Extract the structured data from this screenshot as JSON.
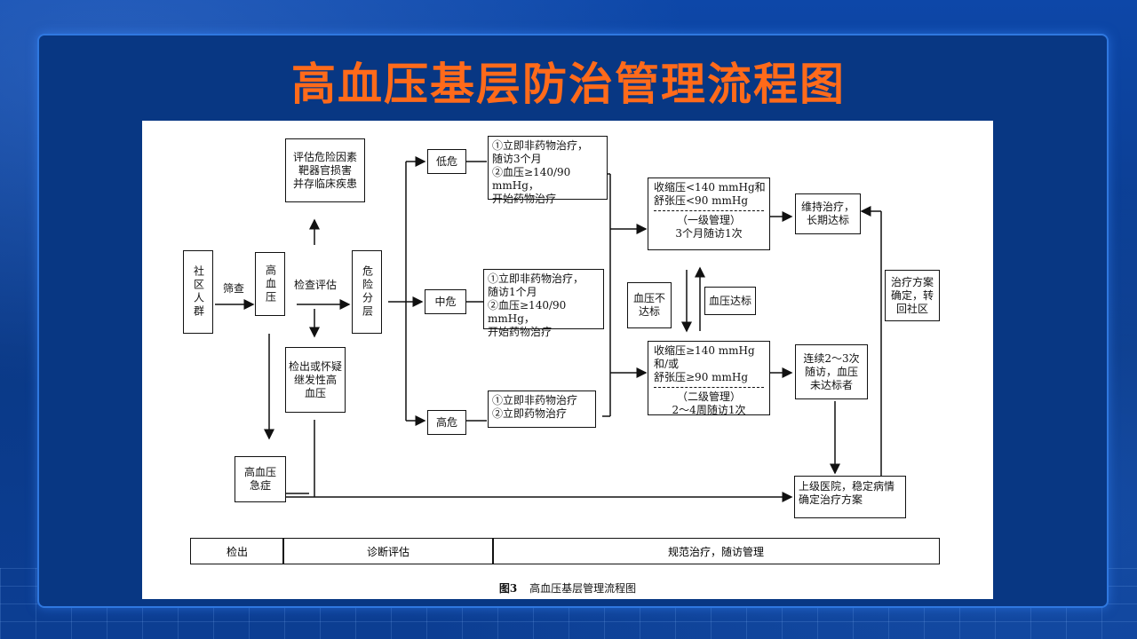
{
  "slide": {
    "title": "高血压基层防治管理流程图"
  },
  "flowchart": {
    "nodes": {
      "community": "社区人群",
      "hypertension": "高血压",
      "evaluate": "评估危险因素\n靶器官损害\n并存临床疾患",
      "risk_strat": "危险分层",
      "secondary": "检出或怀疑\n继发性高\n血压",
      "emergency": "高血压\n急症",
      "low_risk": "低危",
      "mid_risk": "中危",
      "high_risk": "高危",
      "low_plan": "①立即非药物治疗，\n  随访3个月\n②血压≥140/90 mmHg，\n  开始药物治疗",
      "mid_plan": "①立即非药物治疗，\n  随访1个月\n②血压≥140/90 mmHg，\n  开始药物治疗",
      "high_plan": "①立即非药物治疗\n②立即药物治疗",
      "level1_top": "收缩压<140 mmHg和\n舒张压<90 mmHg",
      "level1_bottom": "（一级管理）\n3个月随访1次",
      "level2_top": "收缩压≥140 mmHg和/或\n舒张压≥90 mmHg",
      "level2_bottom": "（二级管理）\n2～4周随访1次",
      "bp_not_met": "血压不\n达标",
      "bp_met": "血压达标",
      "maintain": "维持治疗，\n长期达标",
      "uncontrolled": "连续2～3次\n随访，血压\n未达标者",
      "back_community": "治疗方案\n确定，转\n回社区",
      "referral": "上级医院，稳定病情\n确定治疗方案"
    },
    "edge_labels": {
      "screening": "筛查",
      "exam_eval": "检查评估"
    },
    "stages": [
      "检出",
      "诊断评估",
      "规范治疗，随访管理"
    ],
    "caption_num": "图3",
    "caption_text": "高血压基层管理流程图"
  }
}
